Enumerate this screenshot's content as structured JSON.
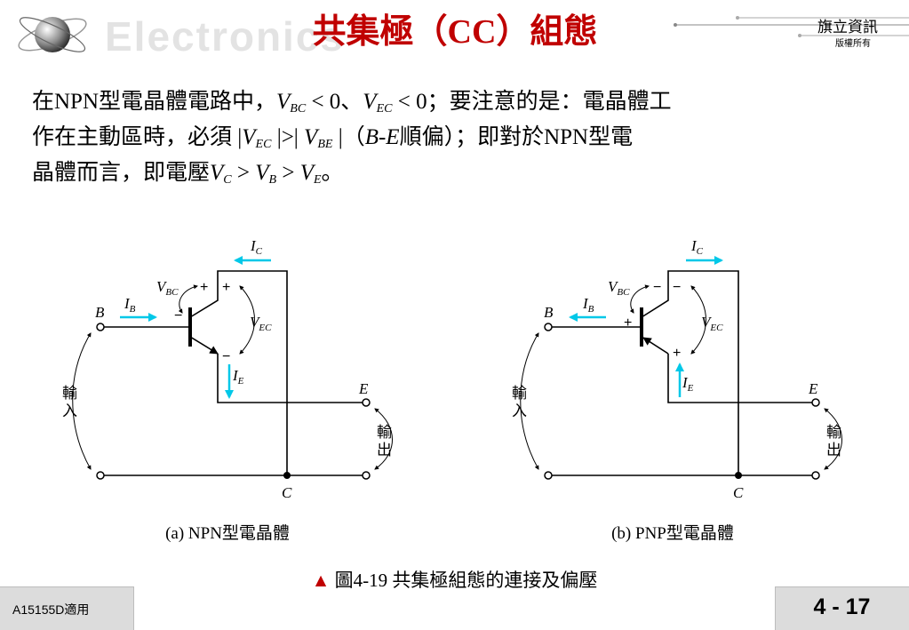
{
  "header": {
    "title": "共集極（CC）組態",
    "watermark": "Electronics",
    "publisher": "旗立資訊",
    "copyright": "版權所有"
  },
  "body": {
    "line1_a": "在NPN型電晶體電路中，",
    "line1_vbc": "V",
    "line1_vbc_sub": "BC",
    "line1_lt0": " < 0、",
    "line1_vec": "V",
    "line1_vec_sub": "EC",
    "line1_lt0b": " < 0；要注意的是：電晶體工",
    "line2_a": "作在主動區時，必須 |",
    "line2_vec": "V",
    "line2_vec_sub": "EC",
    "line2_gt": " |>| ",
    "line2_vbe": "V",
    "line2_vbe_sub": "BE",
    "line2_bar": " |（",
    "line2_be": "B-E",
    "line2_b": "順偏）；即對於NPN型電",
    "line3_a": "晶體而言，即電壓",
    "line3_vc": "V",
    "line3_vc_sub": "C",
    "line3_gt1": " > ",
    "line3_vb": "V",
    "line3_vb_sub": "B",
    "line3_gt2": " > ",
    "line3_ve": "V",
    "line3_ve_sub": "E",
    "line3_end": "。"
  },
  "diagram_a": {
    "caption": "(a) NPN型電晶體",
    "label_B": "B",
    "label_E": "E",
    "label_C": "C",
    "ic": "I",
    "ic_sub": "C",
    "ib": "I",
    "ib_sub": "B",
    "ie": "I",
    "ie_sub": "E",
    "vbc": "V",
    "vbc_sub": "BC",
    "vec": "V",
    "vec_sub": "EC",
    "in1": "輸",
    "in2": "入",
    "out1": "輸",
    "out2": "出",
    "vbc_plus": "+",
    "vbc_minus": "−",
    "vec_plus": "+",
    "vec_minus": "−"
  },
  "diagram_b": {
    "caption": "(b) PNP型電晶體",
    "label_B": "B",
    "label_E": "E",
    "label_C": "C",
    "ic": "I",
    "ic_sub": "C",
    "ib": "I",
    "ib_sub": "B",
    "ie": "I",
    "ie_sub": "E",
    "vbc": "V",
    "vbc_sub": "BC",
    "vec": "V",
    "vec_sub": "EC",
    "in1": "輸",
    "in2": "入",
    "out1": "輸",
    "out2": "出",
    "vbc_plus": "+",
    "vbc_minus": "−",
    "vec_plus": "+",
    "vec_minus": "−"
  },
  "figure": {
    "marker": "▲",
    "caption": "圖4-19  共集極組態的連接及偏壓"
  },
  "footer": {
    "course_code": "A15155D適用",
    "page_number": "4 - 17"
  },
  "colors": {
    "title": "#c00000",
    "current_arrow": "#00c8e8",
    "footer_bg": "#dcdcdc"
  }
}
